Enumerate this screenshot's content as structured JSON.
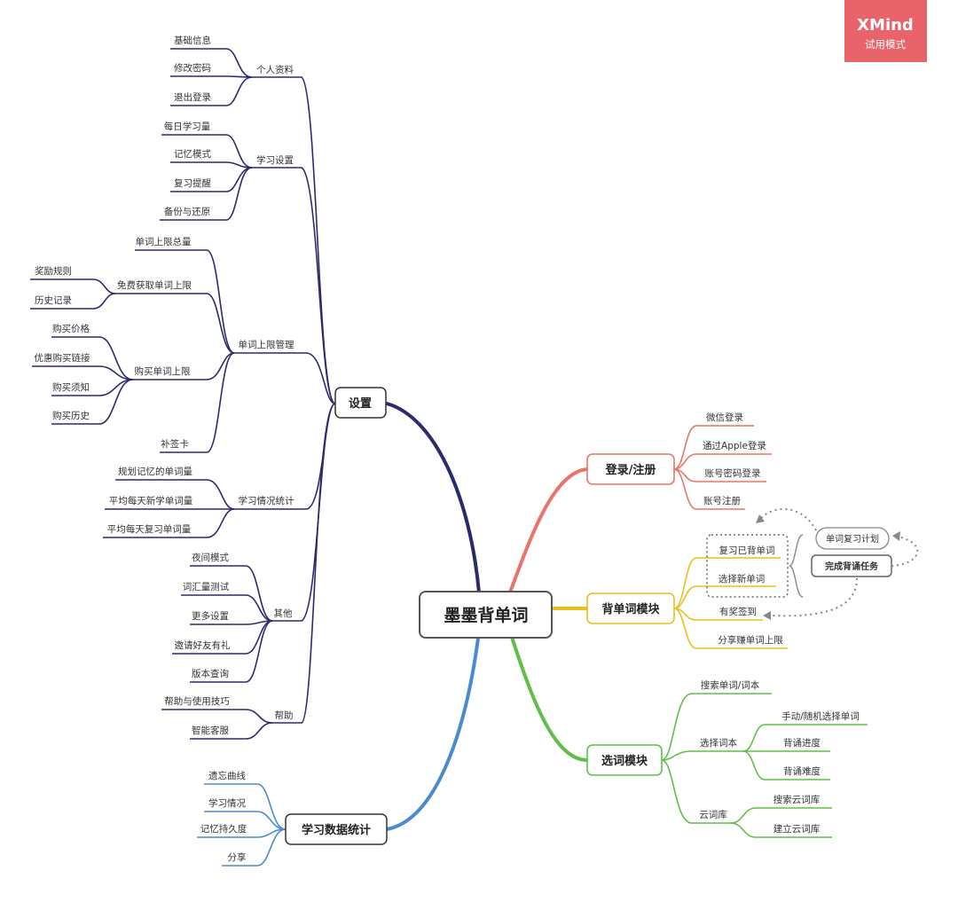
{
  "badge": {
    "title": "XMind",
    "subtitle": "试用模式",
    "color": "#e8646a"
  },
  "root": {
    "label": "墨墨背单词"
  },
  "colors": {
    "settings": "#2b2a6e",
    "stats": "#4a8bd0",
    "login": "#e8756a",
    "study": "#e8c020",
    "select": "#5fbf4a"
  },
  "settings": {
    "label": "设置",
    "profile": {
      "label": "个人资料",
      "items": [
        "基础信息",
        "修改密码",
        "退出登录"
      ]
    },
    "learning": {
      "label": "学习设置",
      "items": [
        "每日学习量",
        "记忆模式",
        "复习提醒",
        "备份与还原"
      ]
    },
    "limit": {
      "label": "单词上限管理",
      "total": "单词上限总量",
      "free": {
        "label": "免费获取单词上限",
        "items": [
          "奖励规则",
          "历史记录"
        ]
      },
      "buy": {
        "label": "购买单词上限",
        "items": [
          "购买价格",
          "优惠购买链接",
          "购买须知",
          "购买历史"
        ]
      },
      "makeup": "补签卡"
    },
    "stat": {
      "label": "学习情况统计",
      "items": [
        "规划记忆的单词量",
        "平均每天新学单词量",
        "平均每天复习单词量"
      ]
    },
    "other": {
      "label": "其他",
      "items": [
        "夜间模式",
        "词汇量测试",
        "更多设置",
        "邀请好友有礼",
        "版本查询"
      ]
    },
    "help": {
      "label": "帮助",
      "items": [
        "帮助与使用技巧",
        "智能客服"
      ]
    }
  },
  "stats": {
    "label": "学习数据统计",
    "items": [
      "遗忘曲线",
      "学习情况",
      "记忆持久度",
      "分享"
    ]
  },
  "login": {
    "label": "登录/注册",
    "items": [
      "微信登录",
      "通过Apple登录",
      "账号密码登录",
      "账号注册"
    ]
  },
  "study": {
    "label": "背单词模块",
    "items": [
      "复习已背单词",
      "选择新单词",
      "有奖签到",
      "分享赚单词上限"
    ],
    "plan": "单词复习计划",
    "task": "完成背诵任务"
  },
  "select": {
    "label": "选词模块",
    "search": "搜索单词/词本",
    "book": {
      "label": "选择词本",
      "items": [
        "手动/随机选择单词",
        "背诵进度",
        "背诵难度"
      ]
    },
    "cloud": {
      "label": "云词库",
      "items": [
        "搜索云词库",
        "建立云词库"
      ]
    }
  }
}
